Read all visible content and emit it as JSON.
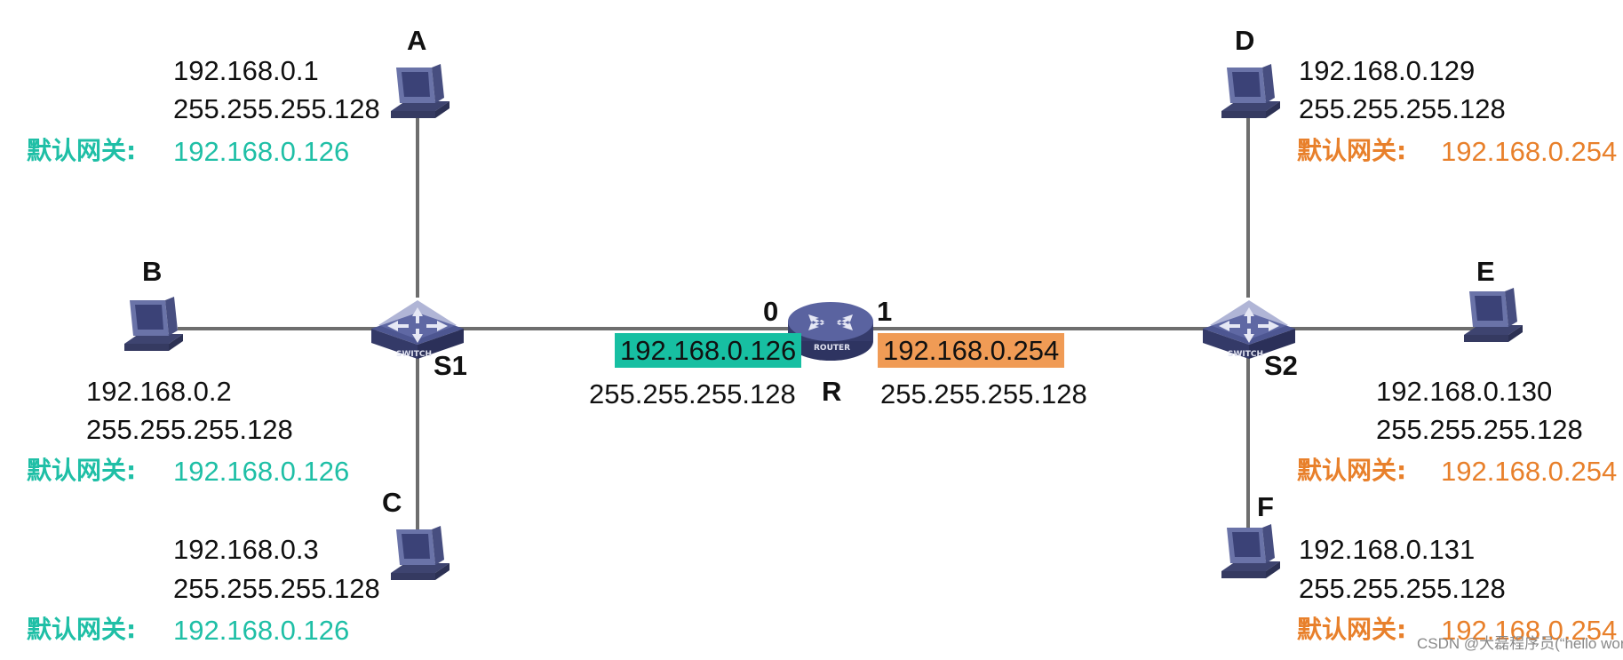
{
  "colors": {
    "cyan": "#1fbfa6",
    "orange": "#e8802b",
    "highlight_cyan": "#17bfa2",
    "highlight_orange": "#f09b55",
    "wire": "#6e6e6e",
    "device": "#5a6296"
  },
  "icons": {
    "pc": "pc-icon",
    "switch": "switch-icon",
    "router": "router-icon"
  },
  "nodes": {
    "A": {
      "label": "A",
      "ip": "192.168.0.1",
      "mask": "255.255.255.128",
      "gateway_label": "默认网关:",
      "gateway": "192.168.0.126"
    },
    "B": {
      "label": "B",
      "ip": "192.168.0.2",
      "mask": "255.255.255.128",
      "gateway_label": "默认网关:",
      "gateway": "192.168.0.126"
    },
    "C": {
      "label": "C",
      "ip": "192.168.0.3",
      "mask": "255.255.255.128",
      "gateway_label": "默认网关:",
      "gateway": "192.168.0.126"
    },
    "D": {
      "label": "D",
      "ip": "192.168.0.129",
      "mask": "255.255.255.128",
      "gateway_label": "默认网关:",
      "gateway": "192.168.0.254"
    },
    "E": {
      "label": "E",
      "ip": "192.168.0.130",
      "mask": "255.255.255.128",
      "gateway_label": "默认网关:",
      "gateway": "192.168.0.254"
    },
    "F": {
      "label": "F",
      "ip": "192.168.0.131",
      "mask": "255.255.255.128",
      "gateway_label": "默认网关:",
      "gateway": "192.168.0.254"
    }
  },
  "switches": {
    "S1": {
      "label": "S1",
      "text": "SWITCH"
    },
    "S2": {
      "label": "S2",
      "text": "SWITCH"
    }
  },
  "router": {
    "label": "R",
    "text": "ROUTER",
    "port0": {
      "label": "0",
      "ip": "192.168.0.126",
      "mask": "255.255.255.128"
    },
    "port1": {
      "label": "1",
      "ip": "192.168.0.254",
      "mask": "255.255.255.128"
    }
  },
  "watermark": "CSDN @大磊程序员(“hello world”)"
}
